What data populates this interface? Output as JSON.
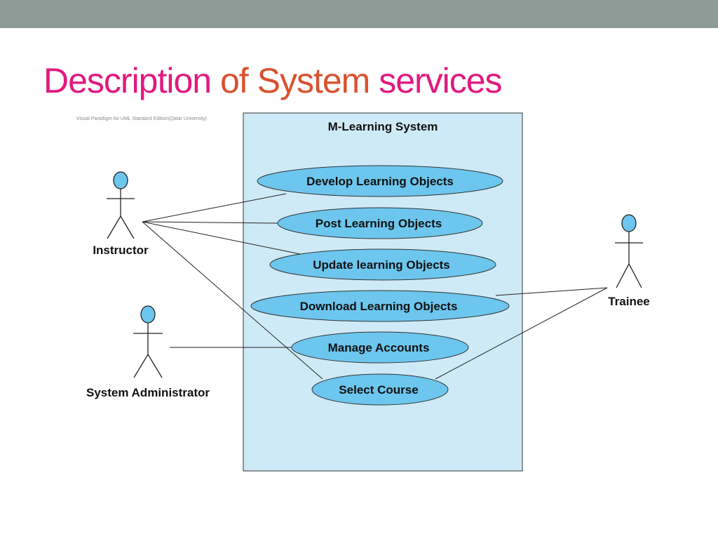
{
  "slide": {
    "title_part1": "Description ",
    "title_part2": "of System ",
    "title_part3": "services",
    "colors": {
      "top_bar": "#8e9c98",
      "title_pink": "#e2197f",
      "title_orange": "#d9522e",
      "system_fill": "#cfeaf7",
      "usecase_fill": "#6cc6ee"
    }
  },
  "diagram": {
    "watermark": "Visual Paradigm for UML Standard Edition(Qatar University)",
    "system_name": "M-Learning System",
    "use_cases": [
      "Develop Learning Objects",
      "Post Learning Objects",
      "Update learning Objects",
      "Download Learning Objects",
      "Manage Accounts",
      "Select Course"
    ],
    "actors": [
      "Instructor",
      "System Administrator",
      "Trainee"
    ]
  }
}
